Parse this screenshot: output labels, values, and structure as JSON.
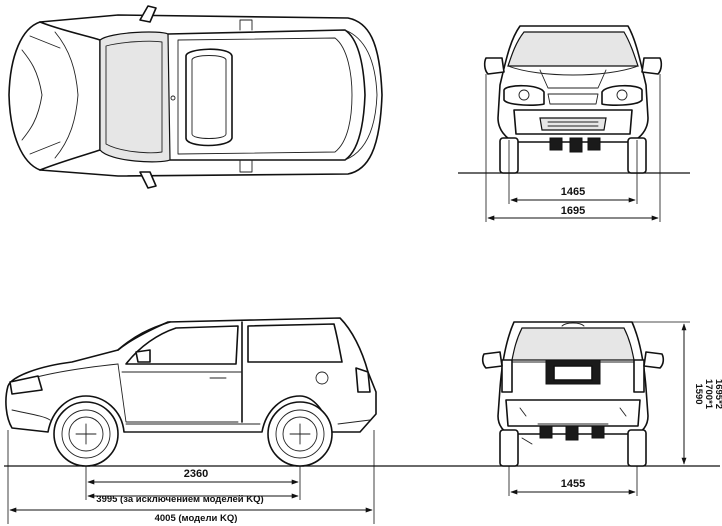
{
  "views": {
    "top": "top-view",
    "front": "front-view",
    "side": "side-view",
    "rear": "rear-view"
  },
  "dimensions": {
    "front_track": "1465",
    "overall_width": "1695",
    "wheelbase": "2360",
    "length_excl_kq": "3995 (за исключением моделей KQ)",
    "length_kq": "4005 (модели KQ)",
    "rear_track": "1455",
    "height_1": "1590",
    "height_2": "1700*1",
    "height_3": "1695*2"
  }
}
